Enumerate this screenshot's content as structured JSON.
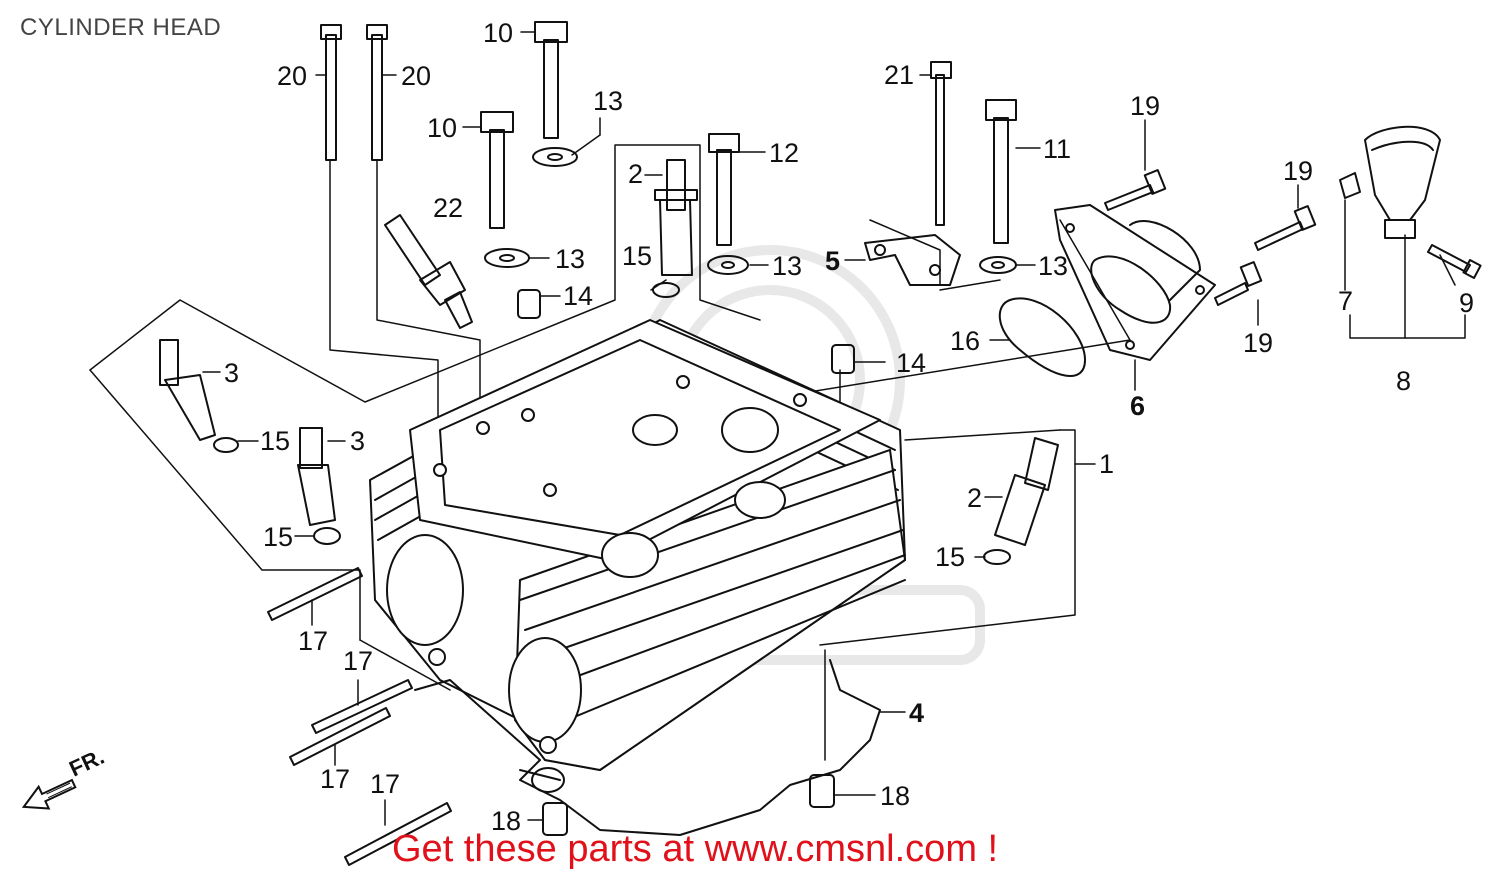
{
  "title": "CYLINDER HEAD",
  "footer": "Get these parts at www.cmsnl.com !",
  "front_marker": "FR.",
  "colors": {
    "footer": "#e0111b",
    "title": "#444444",
    "line": "#111111",
    "watermark": "#e6e6e6"
  },
  "callouts": [
    {
      "id": "c20a",
      "text": "20"
    },
    {
      "id": "c20b",
      "text": "20"
    },
    {
      "id": "c10a",
      "text": "10"
    },
    {
      "id": "c10b",
      "text": "10"
    },
    {
      "id": "c13a",
      "text": "13"
    },
    {
      "id": "c13b",
      "text": "13"
    },
    {
      "id": "c13c",
      "text": "13"
    },
    {
      "id": "c13d",
      "text": "13"
    },
    {
      "id": "c22",
      "text": "22"
    },
    {
      "id": "c2a",
      "text": "2"
    },
    {
      "id": "c2b",
      "text": "2"
    },
    {
      "id": "c12",
      "text": "12"
    },
    {
      "id": "c21",
      "text": "21"
    },
    {
      "id": "c11",
      "text": "11"
    },
    {
      "id": "c19a",
      "text": "19"
    },
    {
      "id": "c19b",
      "text": "19"
    },
    {
      "id": "c19c",
      "text": "19"
    },
    {
      "id": "c15a",
      "text": "15"
    },
    {
      "id": "c15b",
      "text": "15"
    },
    {
      "id": "c15c",
      "text": "15"
    },
    {
      "id": "c15d",
      "text": "15"
    },
    {
      "id": "c14a",
      "text": "14"
    },
    {
      "id": "c14b",
      "text": "14"
    },
    {
      "id": "c5",
      "text": "5"
    },
    {
      "id": "c16",
      "text": "16"
    },
    {
      "id": "c6",
      "text": "6"
    },
    {
      "id": "c7",
      "text": "7"
    },
    {
      "id": "c9",
      "text": "9"
    },
    {
      "id": "c8",
      "text": "8"
    },
    {
      "id": "c3a",
      "text": "3"
    },
    {
      "id": "c3b",
      "text": "3"
    },
    {
      "id": "c1",
      "text": "1"
    },
    {
      "id": "c17a",
      "text": "17"
    },
    {
      "id": "c17b",
      "text": "17"
    },
    {
      "id": "c17c",
      "text": "17"
    },
    {
      "id": "c17d",
      "text": "17"
    },
    {
      "id": "c4",
      "text": "4"
    },
    {
      "id": "c18a",
      "text": "18"
    },
    {
      "id": "c18b",
      "text": "18"
    }
  ]
}
